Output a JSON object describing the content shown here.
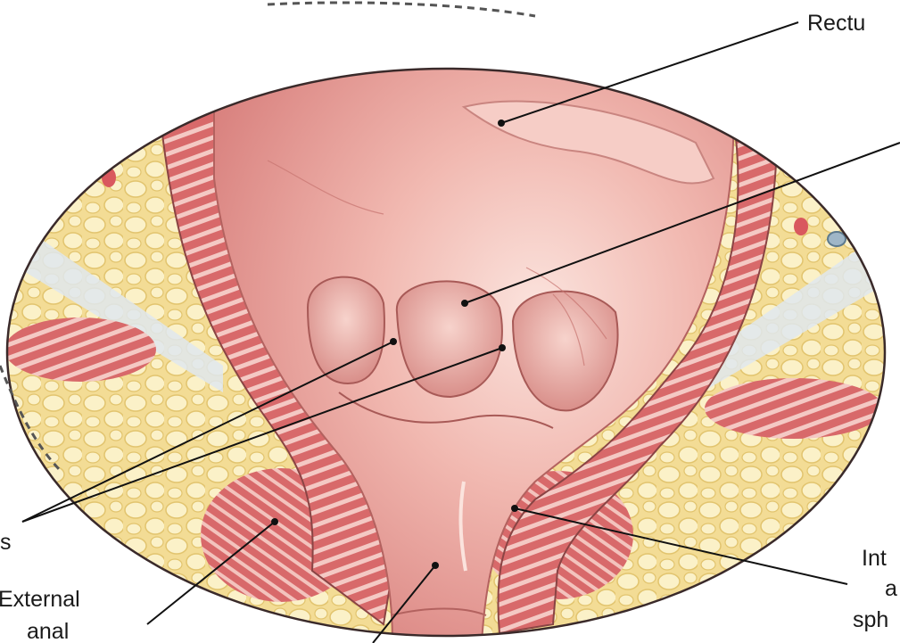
{
  "labels": {
    "rectum": "Rectu",
    "plural_s": "s",
    "external_line1": "External",
    "external_line2": "anal",
    "internal_line1": "Int",
    "internal_line2": "a",
    "internal_line3": "sph"
  },
  "colors": {
    "mucosa": "#e9a39e",
    "mucosa_light": "#f6cdc6",
    "muscle": "#d96b6c",
    "fat": "#f4e3a1",
    "outline": "#3a2a2a",
    "leader": "#111111"
  }
}
